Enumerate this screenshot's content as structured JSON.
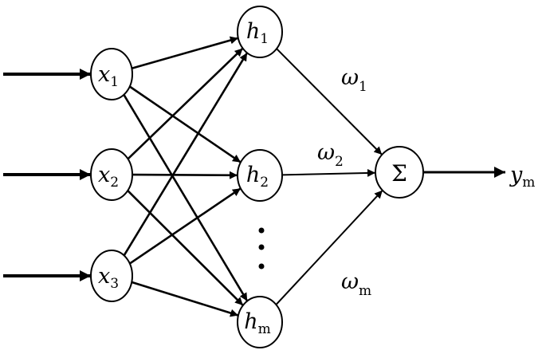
{
  "colors": {
    "stroke": "#000000",
    "background": "#ffffff"
  },
  "inputs": [
    {
      "id": "x1",
      "symbol": "x",
      "sub": "1"
    },
    {
      "id": "x2",
      "symbol": "x",
      "sub": "2"
    },
    {
      "id": "x3",
      "symbol": "x",
      "sub": "3"
    }
  ],
  "hidden": [
    {
      "id": "h1",
      "symbol": "h",
      "sub": "1"
    },
    {
      "id": "h2",
      "symbol": "h",
      "sub": "2"
    },
    {
      "id": "hm",
      "symbol": "h",
      "sub": "m"
    }
  ],
  "sum_node": {
    "symbol": "Σ"
  },
  "weights": [
    {
      "id": "w1",
      "symbol": "ω",
      "sub": "1"
    },
    {
      "id": "w2",
      "symbol": "ω",
      "sub": "2"
    },
    {
      "id": "wm",
      "symbol": "ω",
      "sub": "m"
    }
  ],
  "output": {
    "symbol": "y",
    "sub": "m"
  },
  "ellipsis": "⋮"
}
